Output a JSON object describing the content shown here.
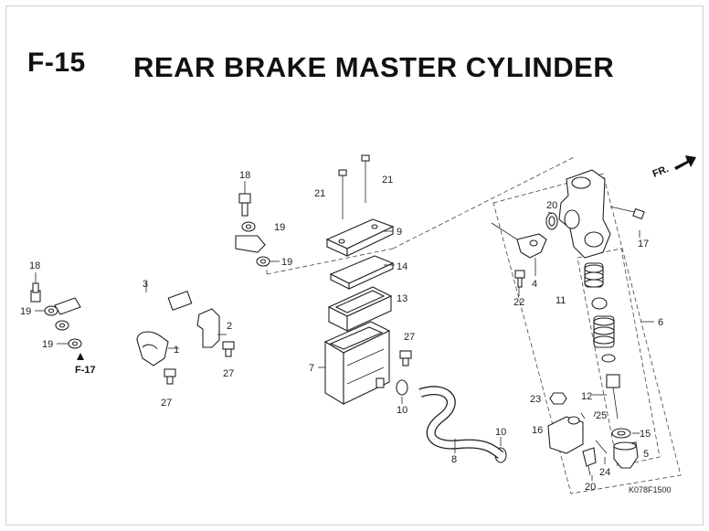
{
  "page": {
    "code": "F-15",
    "title": "REAR BRAKE MASTER CYLINDER",
    "ref_code": "K078F1500",
    "direction_label": "FR.",
    "link_label": "F-17"
  },
  "parts": [
    {
      "id": "p1",
      "label": "1"
    },
    {
      "id": "p2",
      "label": "2"
    },
    {
      "id": "p3",
      "label": "3"
    },
    {
      "id": "p4",
      "label": "4"
    },
    {
      "id": "p5",
      "label": "5"
    },
    {
      "id": "p6",
      "label": "6"
    },
    {
      "id": "p7",
      "label": "7"
    },
    {
      "id": "p8",
      "label": "8"
    },
    {
      "id": "p9",
      "label": "9"
    },
    {
      "id": "p10a",
      "label": "10"
    },
    {
      "id": "p10b",
      "label": "10"
    },
    {
      "id": "p11",
      "label": "11"
    },
    {
      "id": "p12",
      "label": "12"
    },
    {
      "id": "p13",
      "label": "13"
    },
    {
      "id": "p14",
      "label": "14"
    },
    {
      "id": "p15",
      "label": "15"
    },
    {
      "id": "p16",
      "label": "16"
    },
    {
      "id": "p17",
      "label": "17"
    },
    {
      "id": "p18a",
      "label": "18"
    },
    {
      "id": "p18b",
      "label": "18"
    },
    {
      "id": "p19a",
      "label": "19"
    },
    {
      "id": "p19b",
      "label": "19"
    },
    {
      "id": "p19c",
      "label": "19"
    },
    {
      "id": "p19d",
      "label": "19"
    },
    {
      "id": "p20a",
      "label": "20"
    },
    {
      "id": "p20b",
      "label": "20"
    },
    {
      "id": "p21a",
      "label": "21"
    },
    {
      "id": "p21b",
      "label": "21"
    },
    {
      "id": "p22",
      "label": "22"
    },
    {
      "id": "p23",
      "label": "23"
    },
    {
      "id": "p24",
      "label": "24"
    },
    {
      "id": "p25",
      "label": "25"
    },
    {
      "id": "p27a",
      "label": "27"
    },
    {
      "id": "p27b",
      "label": "27"
    },
    {
      "id": "p27c",
      "label": "27"
    }
  ]
}
